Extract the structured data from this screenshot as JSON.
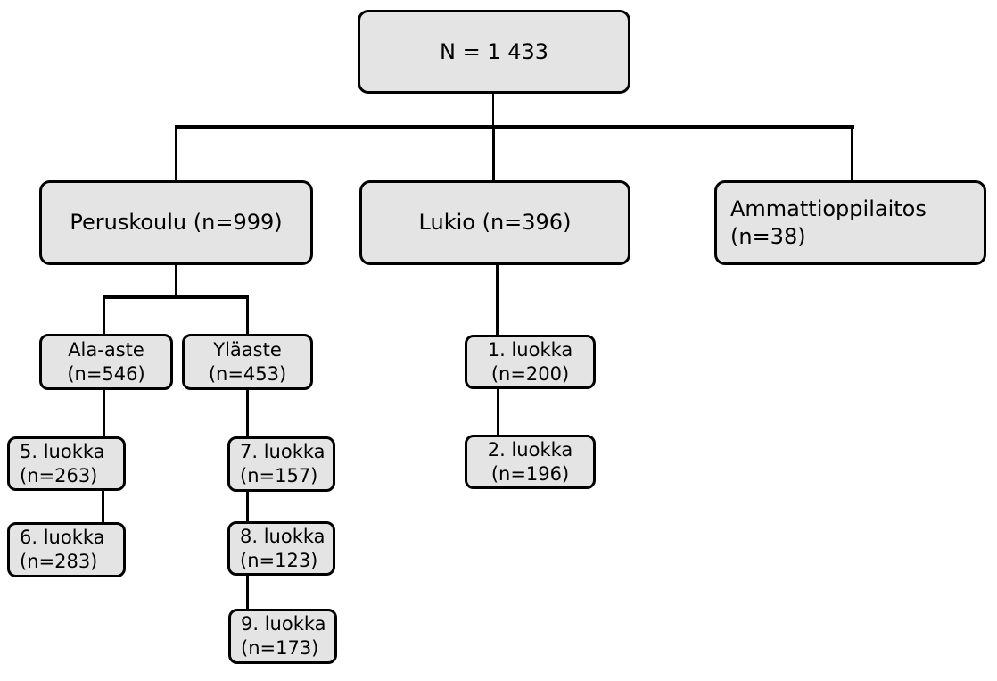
{
  "diagram": {
    "type": "tree-flowchart",
    "colors": {
      "background": "#ffffff",
      "node_fill": "#e4e4e4",
      "node_border": "#000000",
      "line_color": "#000000",
      "text_color": "#000000"
    },
    "nodes": {
      "root": {
        "label": "N = 1 433"
      },
      "peruskoulu": {
        "label": "Peruskoulu (n=999)"
      },
      "lukio": {
        "label": "Lukio (n=396)"
      },
      "ammattioppilaitos": {
        "line1": "Ammattioppilaitos",
        "line2": "(n=38)"
      },
      "ala_aste": {
        "line1": "Ala-aste",
        "line2": "(n=546)"
      },
      "ylaaste": {
        "line1": "Yläaste",
        "line2": "(n=453)"
      },
      "luokka5": {
        "line1": "5. luokka",
        "line2": "(n=263)"
      },
      "luokka6": {
        "line1": "6. luokka",
        "line2": "(n=283)"
      },
      "luokka7": {
        "line1": "7. luokka",
        "line2": "(n=157)"
      },
      "luokka8": {
        "line1": "8. luokka",
        "line2": "(n=123)"
      },
      "luokka9": {
        "line1": "9. luokka",
        "line2": "(n=173)"
      },
      "luokka1": {
        "line1": "1. luokka",
        "line2": "(n=200)"
      },
      "luokka2": {
        "line1": "2. luokka",
        "line2": "(n=196)"
      }
    },
    "edges": [
      [
        "root",
        "peruskoulu"
      ],
      [
        "root",
        "lukio"
      ],
      [
        "root",
        "ammattioppilaitos"
      ],
      [
        "peruskoulu",
        "ala_aste"
      ],
      [
        "peruskoulu",
        "ylaaste"
      ],
      [
        "ala_aste",
        "luokka5"
      ],
      [
        "luokka5",
        "luokka6"
      ],
      [
        "ylaaste",
        "luokka7"
      ],
      [
        "luokka7",
        "luokka8"
      ],
      [
        "luokka8",
        "luokka9"
      ],
      [
        "lukio",
        "luokka1"
      ],
      [
        "luokka1",
        "luokka2"
      ]
    ]
  }
}
